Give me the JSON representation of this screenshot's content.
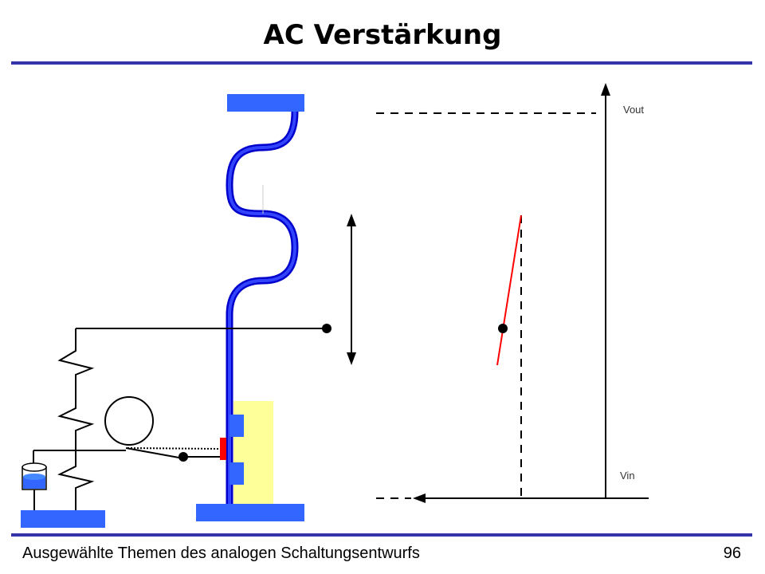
{
  "slide": {
    "title": "AC Verstärkung",
    "footer_text": "Ausgewählte Themen des analogen Schaltungsentwurfs",
    "page_number": "96"
  },
  "graph": {
    "y_axis_label": "Vout",
    "x_axis_label": "Vin"
  },
  "colors": {
    "rule": "#3333aa",
    "plate_blue": "#3366ff",
    "tube_outer": "#0000cc",
    "tube_inner": "#3344ff",
    "gate_red": "#ff0000",
    "bulk_yellow": "#ffff99",
    "transfer_line": "#ff0000"
  }
}
